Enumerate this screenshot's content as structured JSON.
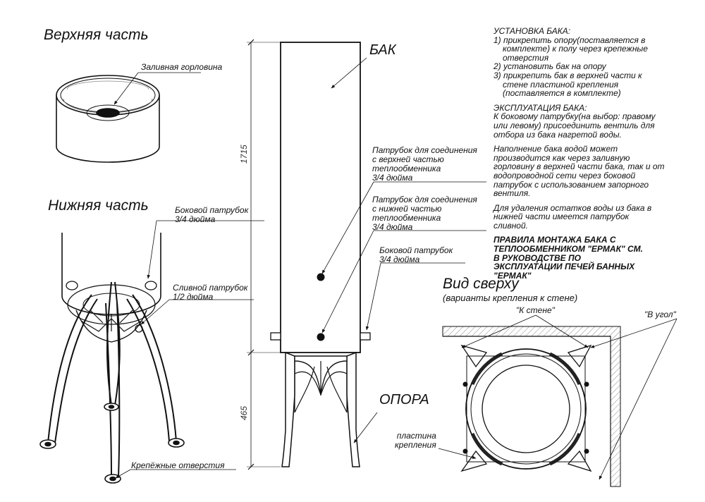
{
  "views": {
    "top_part": "Верхняя часть",
    "bottom_part": "Нижняя часть",
    "view_from_top": "Вид сверху",
    "mount_variants": "(варианты крепления к стене)"
  },
  "labels": {
    "filler_neck": "Заливная горловина",
    "side_pipe_left": [
      "Боковой патрубок",
      "3/4 дюйма"
    ],
    "drain_pipe": [
      "Сливной патрубок",
      "1/2 дюйма"
    ],
    "mount_holes": "Крепёжные отверстия",
    "tank": "БАК",
    "support": "ОПОРА",
    "upper_pipe": [
      "Патрубок для соединения",
      "с верхней частью",
      "теплообменника",
      "3/4 дюйма"
    ],
    "lower_pipe": [
      "Патрубок для соединения",
      "с нижней частью",
      "теплообменника",
      "3/4 дюйма"
    ],
    "side_pipe_right": [
      "Боковой патрубок",
      "3/4 дюйма"
    ],
    "mount_plate": [
      "пластина",
      "крепления"
    ],
    "to_wall": "\"К стене\"",
    "to_corner": "\"В угол\""
  },
  "dimensions": {
    "tank_height": "1715",
    "support_height": "465"
  },
  "instructions": {
    "install_title": "УСТАНОВКА БАКА:",
    "install_steps": [
      "1) прикрепить опору(поставляется в",
      "комплекте) к полу через крепежные",
      "отверстия",
      "2) установить бак на опору",
      "3) прикрепить бак в верхней части к",
      "стене пластиной крепления",
      "(поставляется в комплекте)"
    ],
    "use_title": "ЭКСПЛУАТАЦИЯ БАКА:",
    "use_text": [
      "К боковому патрубку(на выбор: правому",
      "или левому) присоединить вентиль для",
      "отбора из бака нагретой воды."
    ],
    "fill_text": [
      "Наполнение бака водой может",
      "производится как через заливную",
      "горловину в верхней части бака, так и от",
      "водопроводной сети через боковой",
      "патрубок с использованием запорного",
      "вентиля."
    ],
    "drain_text": [
      "Для удаления остатков воды из бака в",
      "нижней части имеется патрубок",
      "сливной."
    ],
    "rules_text": [
      "ПРАВИЛА МОНТАЖА БАКА С",
      "ТЕПЛООБМЕННИКОМ \"ЕРМАК\" СМ.",
      "В РУКОВОДСТВЕ ПО",
      "ЭКСПЛУАТАЦИИ ПЕЧЕЙ БАННЫХ",
      "\"ЕРМАК\""
    ]
  }
}
